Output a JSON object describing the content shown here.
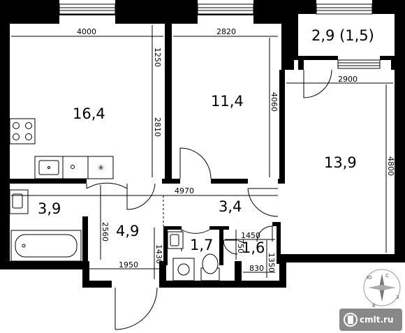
{
  "rooms": {
    "kitchen_area": "16,4",
    "bedroom_area": "11,4",
    "balcony_area": "2,9 (1,5)",
    "living_area": "13,9",
    "bath_area": "3,9",
    "hall_area": "4,9",
    "corridor_area": "3,4",
    "wc_area": "1,7",
    "storage_area": "1,6"
  },
  "dimensions": {
    "kitchen_width": "4000",
    "kitchen_top": "1250",
    "kitchen_height": "2810",
    "bedroom_width": "2820",
    "bedroom_height": "4060",
    "living_width": "2900",
    "living_height": "4800",
    "corridor_length": "4970",
    "hall_height": "2560",
    "hall_width": "1950",
    "wc_height": "1430",
    "storage_width": "1450",
    "storage_height_left": "750",
    "storage_height_right": "1350",
    "storage_bottom": "830"
  },
  "compass": {
    "n": "С",
    "s": "Ю",
    "e": "В",
    "w": "З"
  },
  "watermark": {
    "text": "cmlt.ru",
    "color": "#888888"
  }
}
